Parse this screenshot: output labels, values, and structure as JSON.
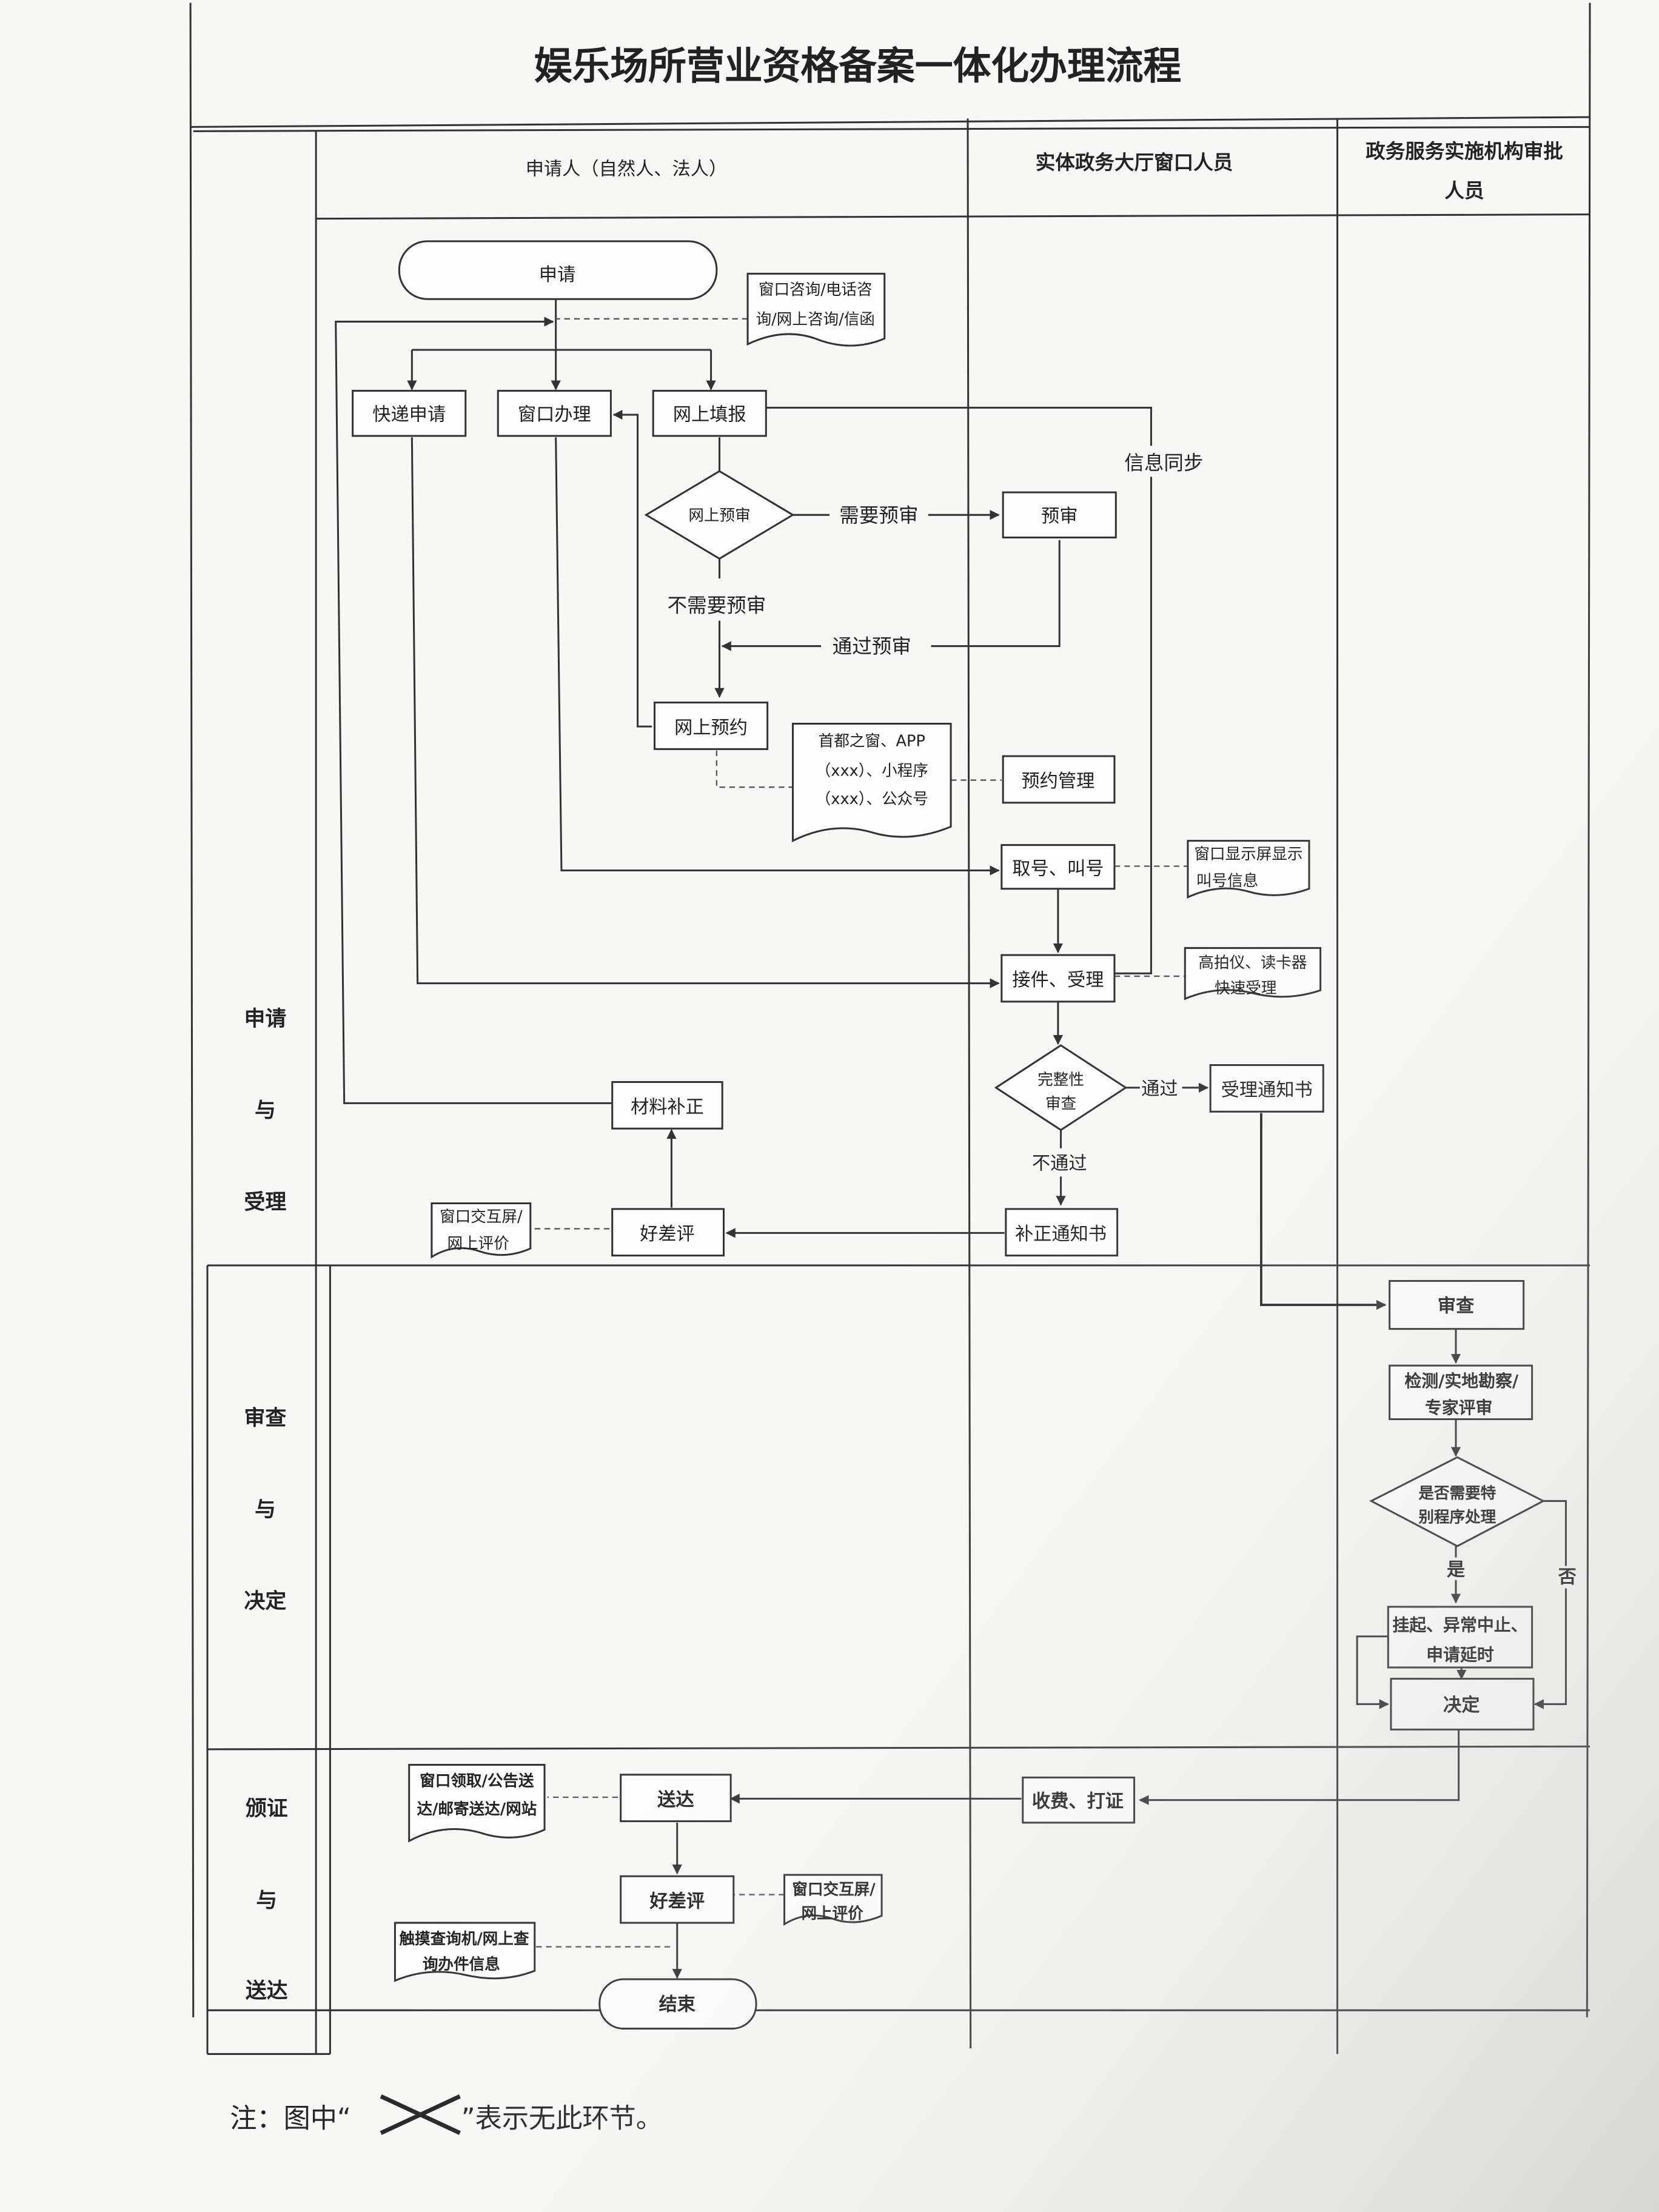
{
  "title": "娱乐场所营业资格备案一体化办理流程",
  "lanes": {
    "applicant": "申请人（自然人、法人）",
    "window_staff": "实体政务大厅窗口人员",
    "approver_line1": "政务服务实施机构审批",
    "approver_line2": "人员"
  },
  "phases": {
    "p1": [
      "申请",
      "与",
      "受理"
    ],
    "p2": [
      "审查",
      "与",
      "决定"
    ],
    "p3": [
      "颁证",
      "与",
      "送达"
    ]
  },
  "nodes": {
    "apply": "申请",
    "consult_line1": "窗口咨询/电话咨",
    "consult_line2": "询/网上咨询/信函",
    "express": "快递申请",
    "window": "窗口办理",
    "online_fill": "网上填报",
    "info_sync": "信息同步",
    "online_precheck": "网上预审",
    "need_precheck": "需要预审",
    "precheck": "预审",
    "no_precheck": "不需要预审",
    "pass_precheck": "通过预审",
    "online_booking": "网上预约",
    "channels_line1": "首都之窗、APP",
    "channels_line2": "（xxx）、小程序",
    "channels_line3": "（xxx）、公众号",
    "booking_mgmt": "预约管理",
    "take_number": "取号、叫号",
    "display_line1": "窗口显示屏显示",
    "display_line2": "叫号信息",
    "receive": "接件、受理",
    "scanner_line1": "高拍仪、读卡器",
    "scanner_line2": "快速受理",
    "completeness_line1": "完整性",
    "completeness_line2": "审查",
    "pass": "通过",
    "accept_notice": "受理通知书",
    "fail": "不通过",
    "correction_notice": "补正通知书",
    "rating1": "好差评",
    "rating_screen1_line1": "窗口交互屏/",
    "rating_screen1_line2": "网上评价",
    "material_fix": "材料补正",
    "review": "审查",
    "inspect_line1": "检测/实地勘察/",
    "inspect_line2": "专家评审",
    "special_line1": "是否需要特",
    "special_line2": "别程序处理",
    "yes": "是",
    "no": "否",
    "suspend_line1": "挂起、异常中止、",
    "suspend_line2": "申请延时",
    "decision": "决定",
    "fee": "收费、打证",
    "deliver": "送达",
    "deliver_ways_line1": "窗口领取/公告送",
    "deliver_ways_line2": "达/邮寄送达/网站",
    "rating2": "好差评",
    "rating_screen2_line1": "窗口交互屏/",
    "rating_screen2_line2": "网上评价",
    "query_line1": "触摸查询机/网上查",
    "query_line2": "询办件信息",
    "end": "结束"
  },
  "note": {
    "prefix": "注：图中“",
    "suffix": "”表示无此环节。"
  }
}
